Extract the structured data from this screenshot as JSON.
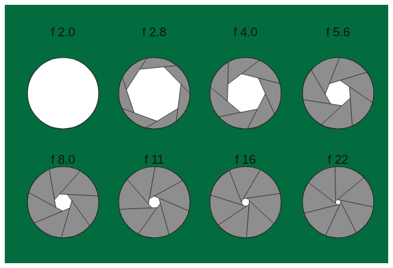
{
  "diagram": {
    "nodes": [
      {
        "text": [
          "f 2.0"
        ]
      },
      {
        "text": [
          "f 2.8"
        ]
      },
      {
        "text": [
          "f 4.0"
        ]
      },
      {
        "text": [
          "f 5.6"
        ]
      },
      {
        "text": [
          "f 8.0"
        ]
      },
      {
        "text": [
          "f 11"
        ]
      },
      {
        "text": [
          "f 16"
        ]
      },
      {
        "text": [
          "f 22"
        ]
      }
    ]
  }
}
